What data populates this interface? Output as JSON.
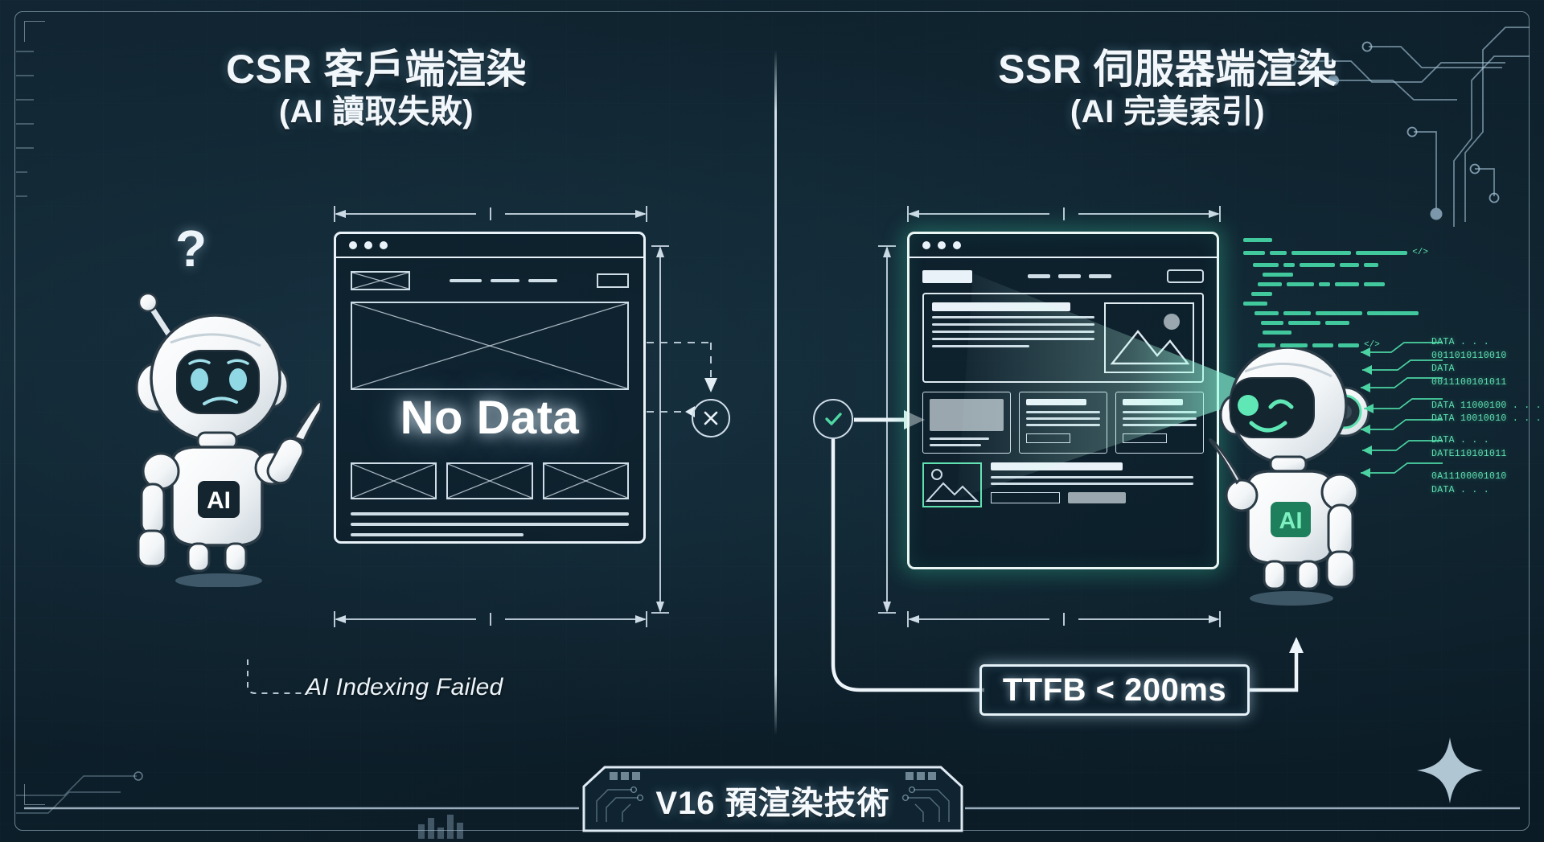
{
  "meta": {
    "bg_color": "#0e202b",
    "accent_green": "#46d6a6",
    "accent_white": "#eef5fa"
  },
  "left_panel": {
    "title_line1": "CSR 客戶端渲染",
    "title_line2": "(AI 讀取失敗)",
    "no_data_label": "No Data",
    "caption": "AI Indexing Failed",
    "status_icon": "x-circle-icon",
    "robot_mood_icon": "question-mark-icon",
    "robot_badge": "AI"
  },
  "right_panel": {
    "title_line1": "SSR 伺服器端渲染",
    "title_line2": "(AI 完美索引)",
    "badge_label": "TTFB < 200ms",
    "status_icon": "check-circle-icon",
    "robot_badge": "AI",
    "code_tags": [
      "</>",
      "</>"
    ],
    "data_stream": [
      "DATA . . .",
      "0011010110010",
      "DATA",
      "0011100101011",
      "DATA 11000100 . . .",
      "DATA 10010010 . . .",
      "DATA . . .",
      "DATE110101011",
      "0A11100001010",
      "DATA . . ."
    ]
  },
  "footer": {
    "banner_label": "V16 預渲染技術"
  }
}
